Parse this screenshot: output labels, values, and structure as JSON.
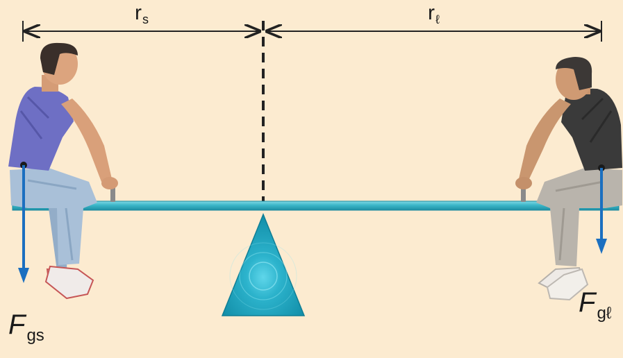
{
  "labels": {
    "r_small": {
      "main": "r",
      "sub": "s"
    },
    "r_large": {
      "main": "r",
      "sub": "ℓ"
    },
    "force_small": {
      "main": "F",
      "sub": "gs"
    },
    "force_large": {
      "main": "F",
      "sub": "gℓ"
    }
  },
  "colors": {
    "background": "#fcebd0",
    "seesaw_board": "#3bb6c8",
    "fulcrum": "#1fa3bd",
    "force_arrow": "#1b6fc0",
    "dimension_line": "#222222",
    "person_left_shirt": "#6e6fc4",
    "person_right_shirt": "#3a3a3a",
    "person_left_pants": "#a9c0d8",
    "person_right_pants": "#b9b4ac"
  },
  "icons": {
    "person_left": "person-seated-icon",
    "person_right": "person-seated-icon",
    "fulcrum": "triangle-fulcrum-icon"
  }
}
